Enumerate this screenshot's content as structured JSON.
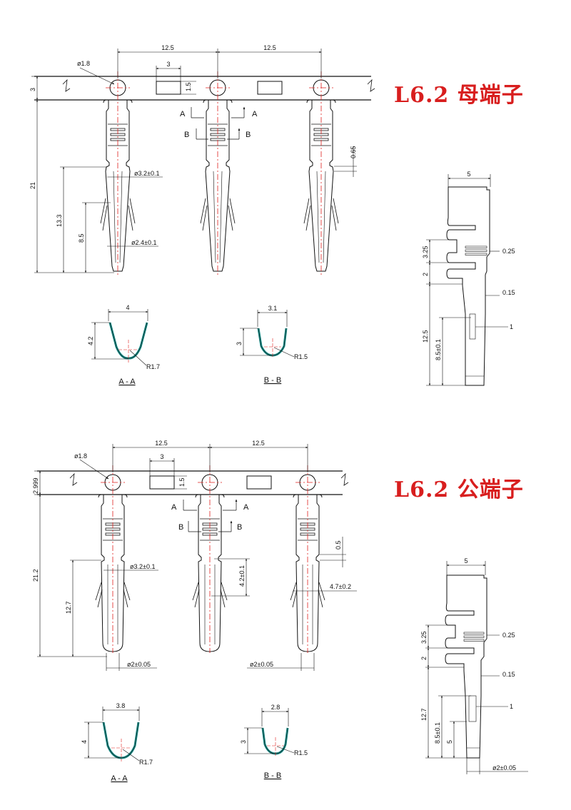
{
  "female": {
    "title": "L6.2 母端子",
    "pitch_left": "12.5",
    "pitch_right": "12.5",
    "hole_dia": "ø1.8",
    "slot_w": "3",
    "slot_h": "1.5",
    "strip_h": "3",
    "total_len": "21",
    "len_13_3": "13.3",
    "len_8_5": "8.5",
    "dia_3_2": "ø3.2±0.1",
    "dia_2_4": "ø2.4±0.1",
    "t_0_65": "0.65",
    "sec_a": "A",
    "sec_b": "B",
    "aa": {
      "w": "4",
      "h": "4.2",
      "r": "R1.7",
      "label": "A - A"
    },
    "bb": {
      "w": "3.1",
      "h": "3",
      "r": "R1.5",
      "label": "B - B"
    },
    "side": {
      "w": "5",
      "d_3_25": "3.25",
      "d_2": "2",
      "d_12_5": "12.5",
      "d_8_5": "8.5±0.1",
      "t_0_25": "0.25",
      "t_0_15": "0.15",
      "t_1": "1"
    }
  },
  "male": {
    "title": "L6.2 公端子",
    "pitch_left": "12.5",
    "pitch_right": "12.5",
    "hole_dia": "ø1.8",
    "slot_w": "3",
    "slot_h": "1.5",
    "strip_h": "2.999",
    "total_len": "21.2",
    "len_12_7": "12.7",
    "dia_3_2": "ø3.2±0.1",
    "dia_2a": "ø2±0.05",
    "dia_2b": "ø2±0.05",
    "len_4_2": "4.2±0.1",
    "len_4_7": "4.7±0.2",
    "t_0_5": "0.5",
    "sec_a": "A",
    "sec_b": "B",
    "aa": {
      "w": "3.8",
      "h": "4",
      "r": "R1.7",
      "label": "A - A"
    },
    "bb": {
      "w": "2.8",
      "h": "3",
      "r": "R1.5",
      "label": "B - B"
    },
    "side": {
      "w": "5",
      "d_3_25": "3.25",
      "d_2": "2",
      "d_12_7": "12.7",
      "d_8_5": "8.5±0.1",
      "d_5": "5",
      "t_0_25": "0.25",
      "t_0_15": "0.15",
      "t_1": "1",
      "dia": "ø2±0.05"
    }
  },
  "colors": {
    "title": "#d81e1e",
    "line": "#111111",
    "center": "#e0201e",
    "section": "#1a8f8a"
  }
}
